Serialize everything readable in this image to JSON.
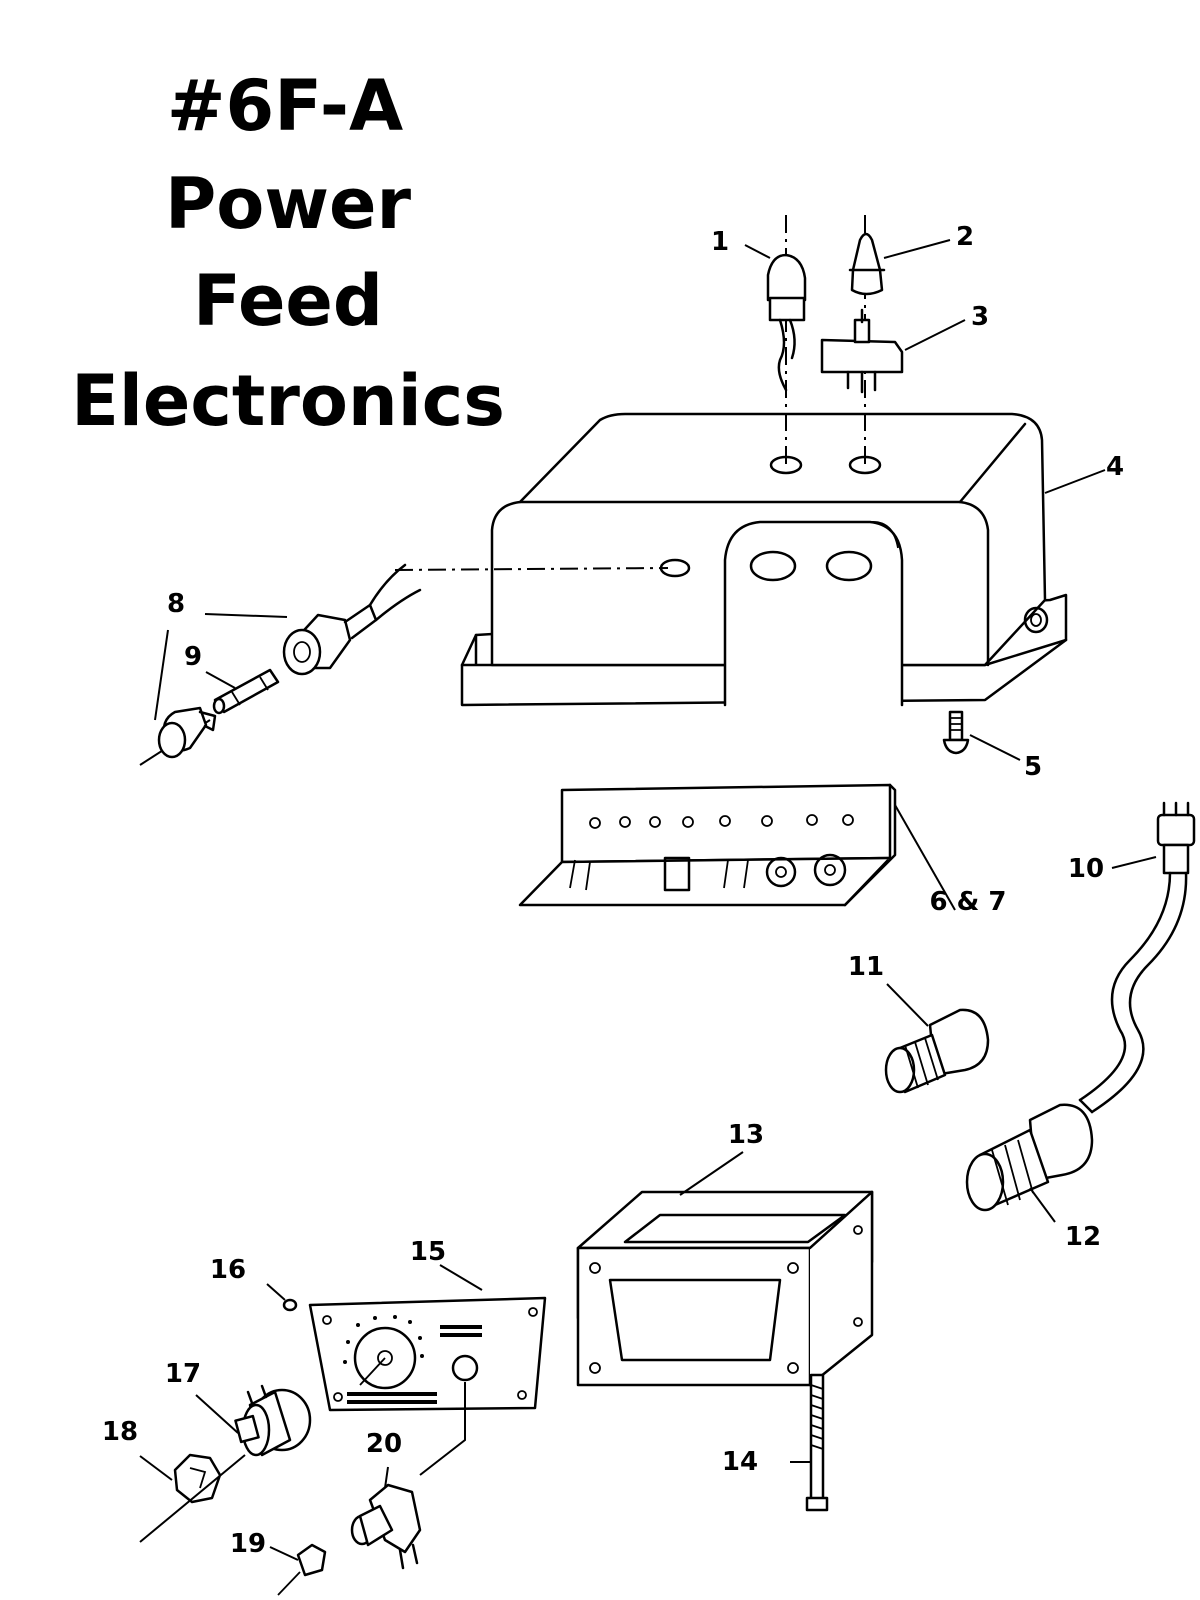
{
  "title": {
    "lines": [
      "#6F-A",
      "Power",
      "Feed",
      "Electronics"
    ]
  },
  "callouts": {
    "p1": "1",
    "p2": "2",
    "p3": "3",
    "p4": "4",
    "p5": "5",
    "p6_7": "6 & 7",
    "p8": "8",
    "p9": "9",
    "p10": "10",
    "p11": "11",
    "p12": "12",
    "p13": "13",
    "p14": "14",
    "p15": "15",
    "p16": "16",
    "p17": "17",
    "p18": "18",
    "p19": "19",
    "p20": "20"
  },
  "colors": {
    "ink": "#000000",
    "paper": "#ffffff"
  }
}
